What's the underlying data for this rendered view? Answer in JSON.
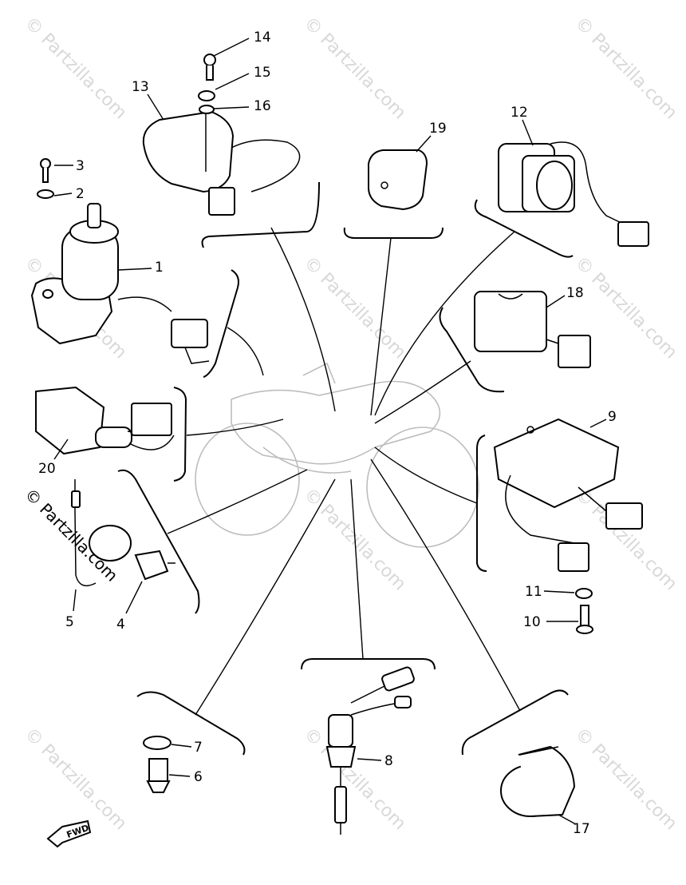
{
  "watermark": "© Partzilla.com",
  "fwd_label": "FWD",
  "callouts": [
    "1",
    "2",
    "3",
    "4",
    "5",
    "6",
    "7",
    "8",
    "9",
    "10",
    "11",
    "12",
    "13",
    "14",
    "15",
    "16",
    "17",
    "18",
    "19",
    "20"
  ]
}
